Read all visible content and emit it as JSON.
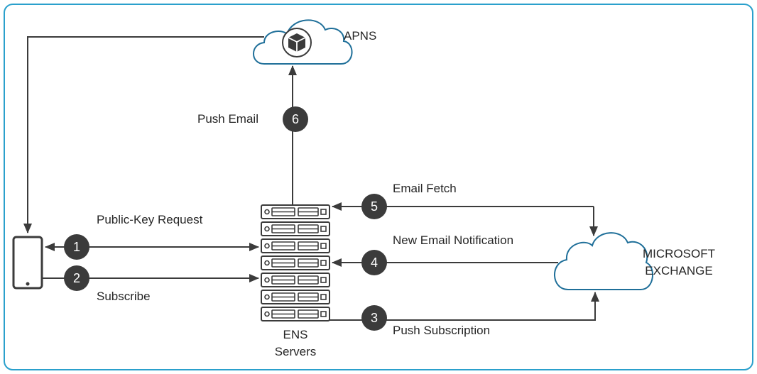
{
  "nodes": {
    "apns": "APNS",
    "ens_line1": "ENS",
    "ens_line2": "Servers",
    "exchange_line1": "MICROSOFT",
    "exchange_line2": "EXCHANGE"
  },
  "steps": [
    {
      "number": "1",
      "label": "Public-Key Request"
    },
    {
      "number": "2",
      "label": "Subscribe"
    },
    {
      "number": "3",
      "label": "Push Subscription"
    },
    {
      "number": "4",
      "label": "New Email Notification"
    },
    {
      "number": "5",
      "label": "Email Fetch"
    },
    {
      "number": "6",
      "label": "Push Email"
    }
  ],
  "colors": {
    "frame": "#2aa0cc",
    "cloud": "#1f6f99",
    "line": "#3b3b3b",
    "badge": "#3b3b3b"
  }
}
